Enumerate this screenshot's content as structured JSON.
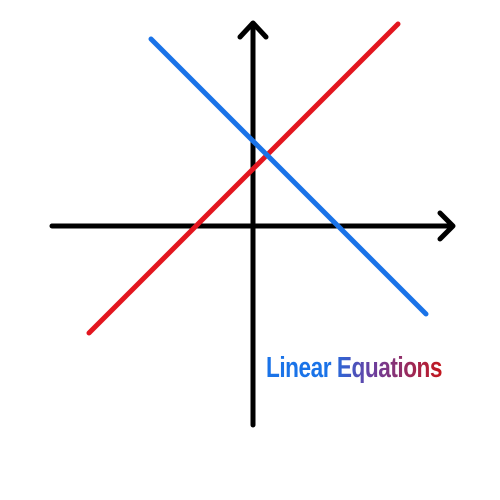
{
  "diagram": {
    "title": "Linear Equations",
    "colors": {
      "axes": "#000000",
      "line_increasing": "#e3161f",
      "line_decreasing": "#1a73e8",
      "title_start": "#1a73e8",
      "title_end": "#c4161c"
    },
    "lines": [
      {
        "name": "increasing-line",
        "slope_sign": "positive",
        "color_key": "line_increasing"
      },
      {
        "name": "decreasing-line",
        "slope_sign": "negative",
        "color_key": "line_decreasing"
      }
    ]
  }
}
